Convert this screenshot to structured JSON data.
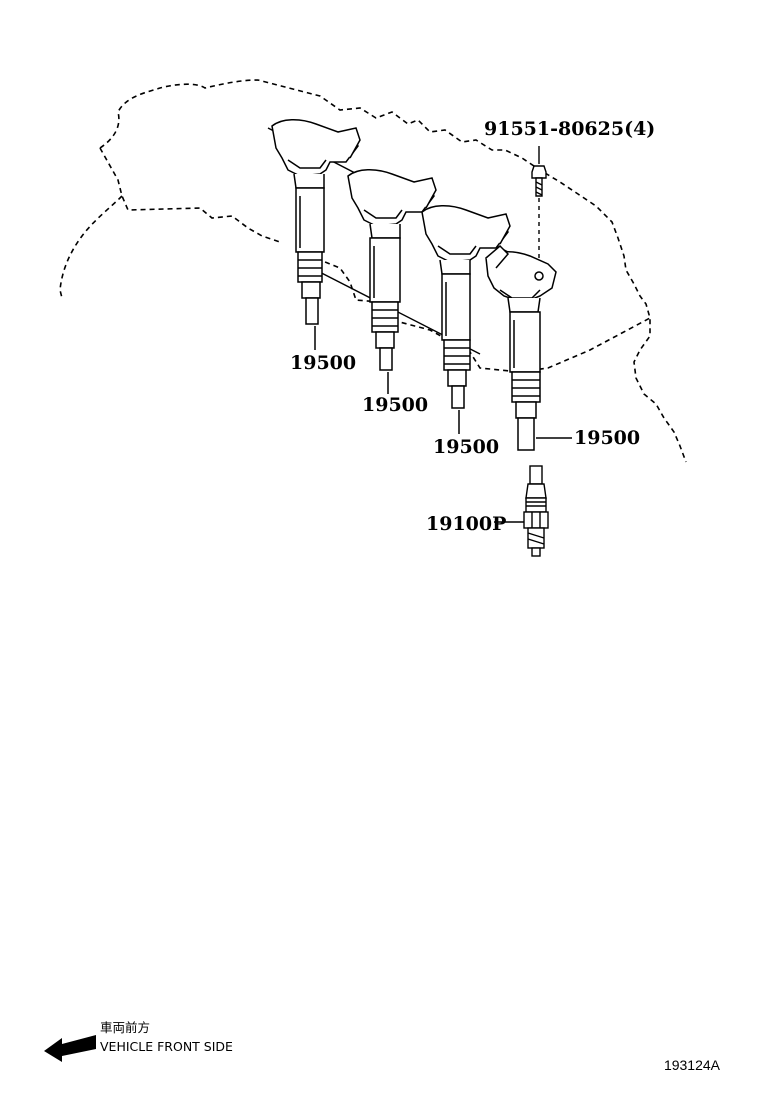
{
  "diagram": {
    "callouts": {
      "bolt": "91551-80625(4)",
      "coil_1": "19500",
      "coil_2": "19500",
      "coil_3": "19500",
      "coil_4": "19500",
      "spark_plug": "19100P"
    },
    "orientation": {
      "label_jp": "車両前方",
      "label_en": "VEHICLE FRONT SIDE"
    },
    "diagram_id": "193124A"
  }
}
